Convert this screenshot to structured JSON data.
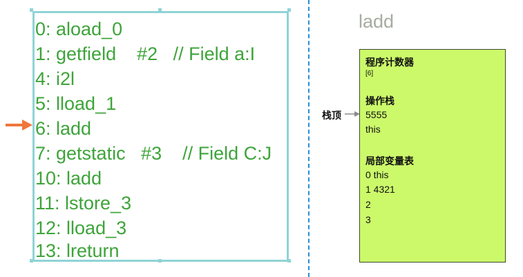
{
  "bytecode": [
    "0: aload_0",
    "1: getfield    #2   // Field a:I",
    "4: i2l",
    "5: lload_1",
    "6: ladd",
    "7: getstatic   #3    // Field C:J",
    "10: ladd",
    "11: lstore_3",
    "12: lload_3",
    "13: lreturn"
  ],
  "current_instruction": "6: ladd",
  "frame": {
    "title": "ladd",
    "pc_heading": "程序计数器",
    "pc_value": "[6]",
    "stack_heading": "操作栈",
    "stack_top_label": "栈顶",
    "stack": [
      "5555",
      "this"
    ],
    "locals_heading": "局部变量表",
    "locals": [
      "0 this",
      "1 4321",
      "2",
      "3"
    ]
  },
  "colors": {
    "code_text": "#3ea43a",
    "code_border": "#8fd3d6",
    "pointer_arrow": "#f0773a",
    "frame_fill": "#ccf96a",
    "divider": "#2a8fd6",
    "title": "#a6aca0"
  }
}
